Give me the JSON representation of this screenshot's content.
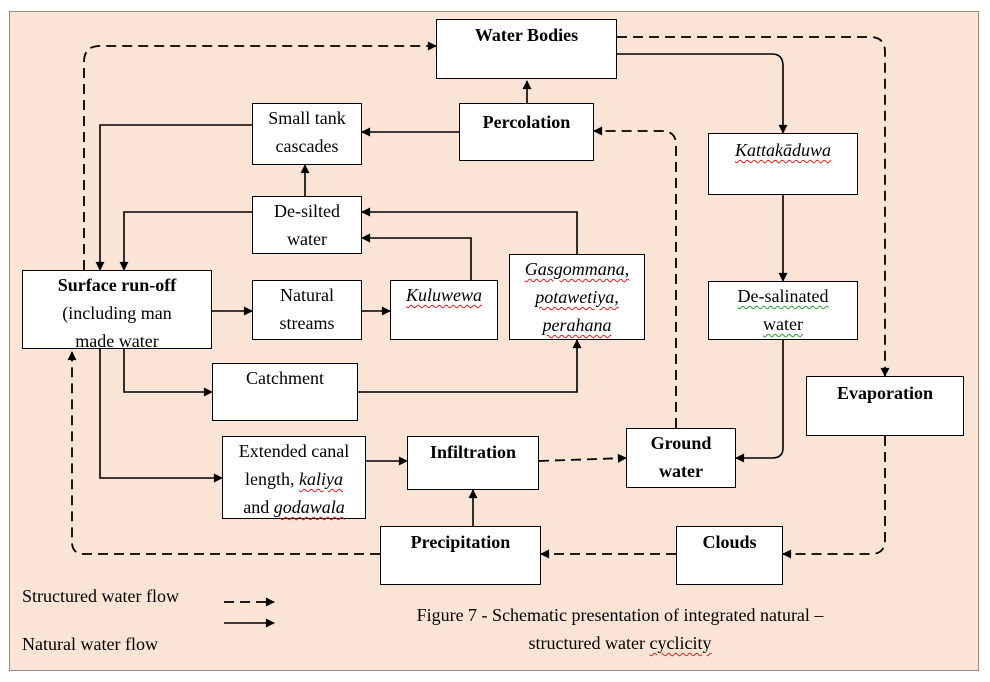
{
  "nodes": {
    "water_bodies": "Water Bodies",
    "percolation": "Percolation",
    "small_tank_1": "Small tank",
    "small_tank_2": "cascades",
    "kattakaduwa": "Kattakāduwa",
    "desilted_1": "De-silted",
    "desilted_2": "water",
    "surface_1": "Surface run-off",
    "surface_2": "(including man",
    "surface_3": "made water",
    "natural_1": "Natural",
    "natural_2": "streams",
    "kuluwewa": "Kuluwewa",
    "gas_1": "Gasgommana,",
    "gas_2": "potawetiya,",
    "gas_3": "perahana",
    "desalinated_1": "De-salinated",
    "desalinated_2": "water",
    "catchment": "Catchment",
    "evaporation": "Evaporation",
    "extended_1": "Extended canal",
    "extended_2_a": "length, ",
    "extended_2_b": "kaliya",
    "extended_3_a": "and ",
    "extended_3_b": "godawala",
    "infiltration": "Infiltration",
    "ground_1": "Ground",
    "ground_2": "water",
    "precipitation": "Precipitation",
    "clouds": "Clouds"
  },
  "legend": {
    "structured": "Structured water flow",
    "natural": "Natural water flow"
  },
  "caption": {
    "line1": "Figure 7 - Schematic presentation of integrated natural –",
    "line2_a": "structured water ",
    "line2_b": "cyclicity"
  }
}
